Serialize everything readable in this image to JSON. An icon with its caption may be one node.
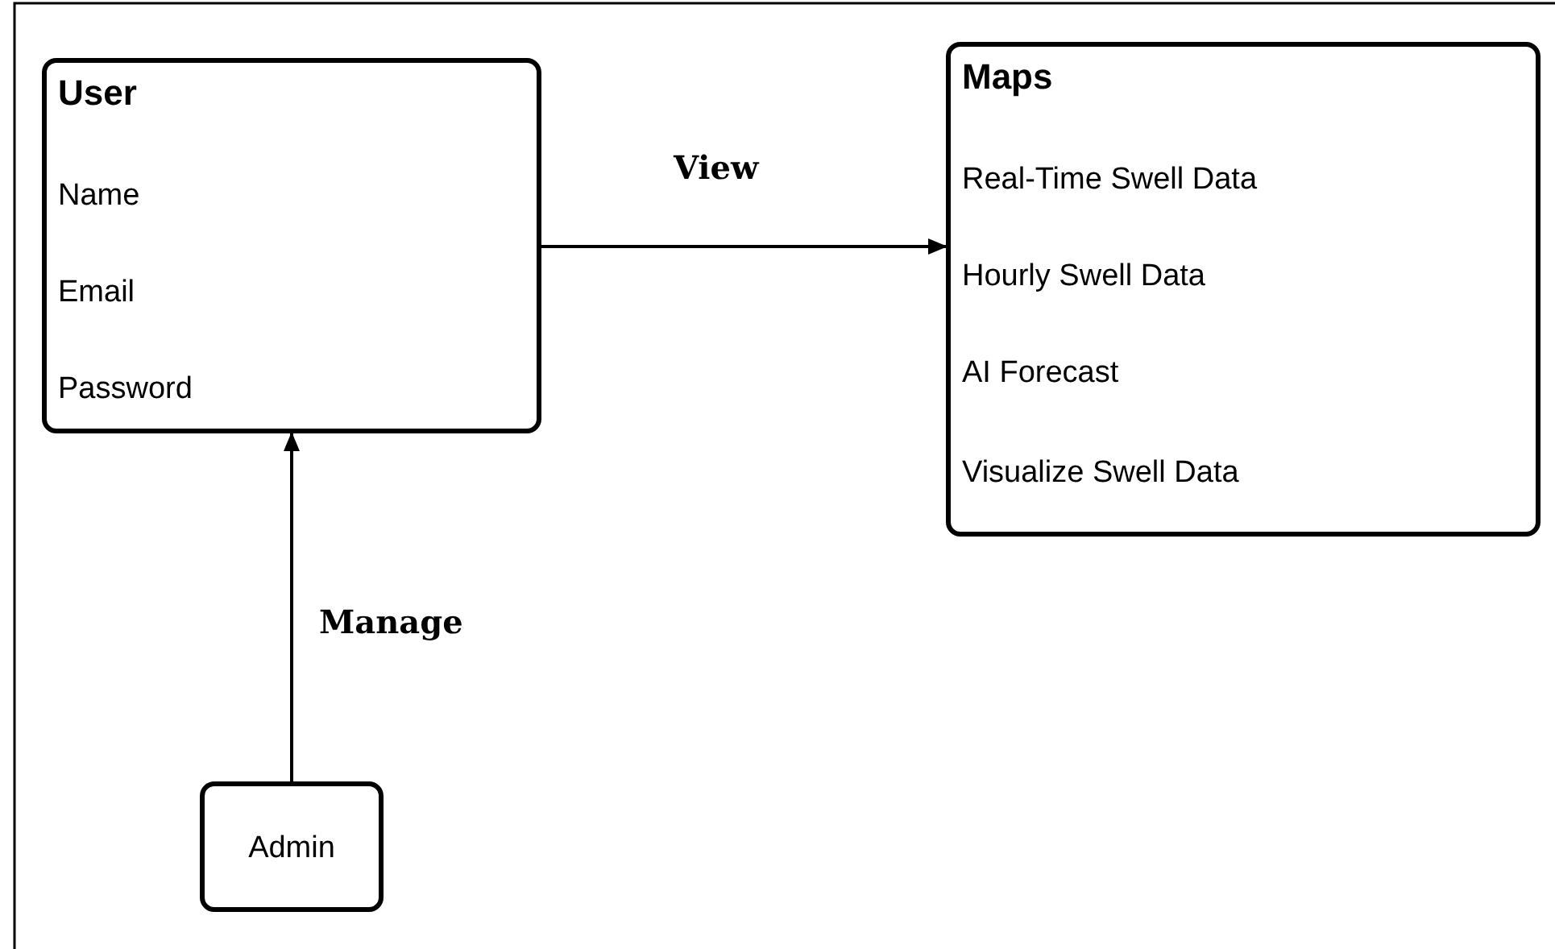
{
  "diagram": {
    "nodes": [
      {
        "text": [
          "User",
          "Name",
          "Email",
          "Password"
        ]
      },
      {
        "text": [
          "Maps",
          "Real-Time Swell Data",
          "Hourly Swell Data",
          "AI Forecast",
          "Visualize Swell Data"
        ]
      },
      {
        "text": [
          "Admin"
        ]
      }
    ],
    "edges": [
      {
        "from": 0,
        "to": 1,
        "arrow": "to",
        "label": "View"
      },
      {
        "from": 2,
        "to": 0,
        "arrow": "to",
        "label": "Manage"
      }
    ]
  }
}
